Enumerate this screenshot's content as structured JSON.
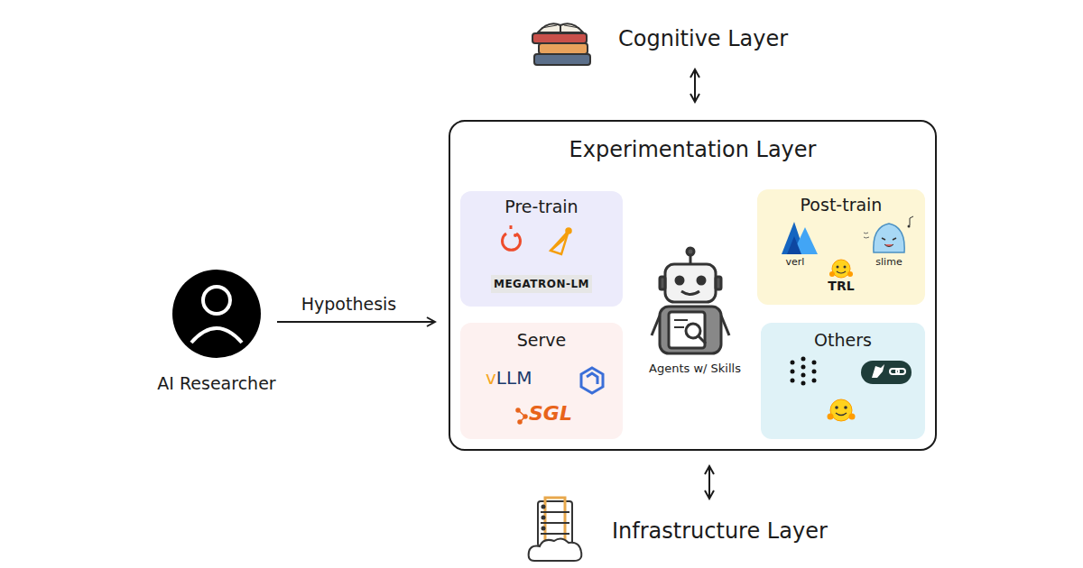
{
  "diagram": {
    "nodes": [
      {
        "text": [
          "Cognitive Layer"
        ]
      },
      {
        "text": [
          "AI Researcher"
        ]
      },
      {
        "text": [
          "Experimentation Layer"
        ]
      },
      {
        "text": [
          "Pre-train",
          "MEGATRON-LM"
        ],
        "in": 2
      },
      {
        "text": [
          "Serve",
          "vLLM",
          "SGL"
        ],
        "in": 2
      },
      {
        "text": [
          "Agents w/ Skills"
        ],
        "in": 2
      },
      {
        "text": [
          "Post-train",
          "verl",
          "TRL",
          "slime"
        ],
        "in": 2
      },
      {
        "text": [
          "Others"
        ],
        "in": 2
      },
      {
        "text": [
          "Infrastructure Layer"
        ]
      }
    ],
    "edges": [
      {
        "from": 0,
        "to": 2,
        "arrow": "both"
      },
      {
        "from": 1,
        "to": 2,
        "label": "Hypothesis",
        "arrow": "to"
      },
      {
        "from": 2,
        "to": 8,
        "arrow": "both"
      }
    ]
  }
}
